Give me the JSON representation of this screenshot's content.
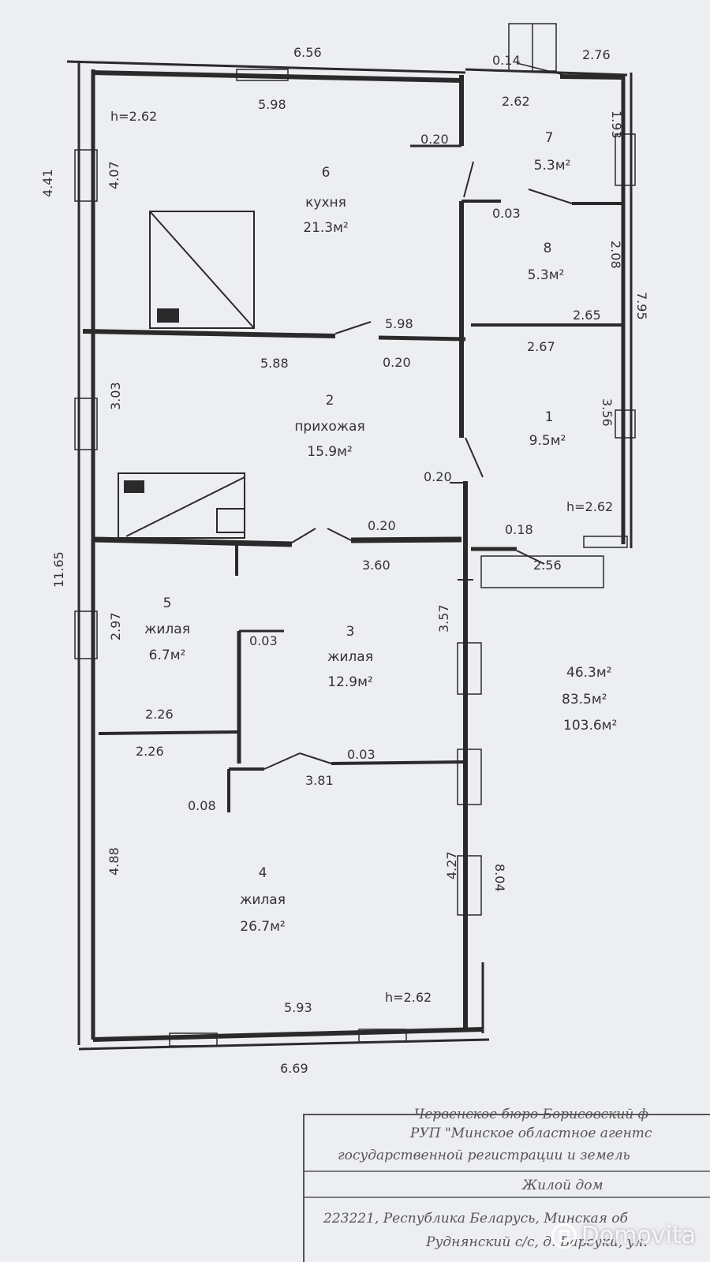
{
  "rooms": [
    {
      "num": "6",
      "name": "кухня",
      "area": "21.3м²"
    },
    {
      "num": "7",
      "name": "",
      "area": "5.3м²"
    },
    {
      "num": "8",
      "name": "",
      "area": "5.3м²"
    },
    {
      "num": "2",
      "name": "прихожая",
      "area": "15.9м²"
    },
    {
      "num": "1",
      "name": "",
      "area": "9.5м²"
    },
    {
      "num": "5",
      "name": "жилая",
      "area": "6.7м²"
    },
    {
      "num": "3",
      "name": "жилая",
      "area": "12.9м²"
    },
    {
      "num": "4",
      "name": "жилая",
      "area": "26.7м²"
    }
  ],
  "dimensions": {
    "top_outer": "6.56",
    "top_inner_kitchen": "5.98",
    "top_right_small": "0.14",
    "top_right_outer": "2.76",
    "room7_width": "2.62",
    "room7_height": "1.93",
    "wall_020_a": "0.20",
    "left_outer_upper": "4.41",
    "kitchen_height": "4.07",
    "kitchen_ceiling": "h=2.62",
    "room8_door": "0.03",
    "room8_height": "2.08",
    "room8_width": "2.65",
    "right_outer_upper": "7.95",
    "kitchen_bottom": "5.98",
    "hall_top": "5.88",
    "wall_020_b": "0.20",
    "room1_width": "2.67",
    "hall_height": "3.03",
    "room1_height": "3.56",
    "wall_020_c": "0.20",
    "room1_ceiling": "h=2.62",
    "wall_020_d": "0.20",
    "wall_018": "0.18",
    "porch_width": "2.56",
    "room3_top": "3.60",
    "left_outer_total": "11.65",
    "room5_height": "2.97",
    "room3_partition": "0.03",
    "room3_height": "3.57",
    "room5_width_a": "2.26",
    "room5_width_b": "2.26",
    "room4_partition": "0.03",
    "room3_bottom": "3.81",
    "wall_008": "0.08",
    "room4_height": "4.88",
    "room4_height_right": "4.27",
    "right_outer_lower": "8.04",
    "room4_width": "5.93",
    "room4_ceiling": "h=2.62",
    "bottom_outer": "6.69"
  },
  "totals": [
    "46.3м²",
    "83.5м²",
    "103.6м²"
  ],
  "stamp": {
    "line1": "Червенское бюро Борисовский ф",
    "line2": "РУП \"Минское областное агентс",
    "line3": "государственной регистрации и земель",
    "line4": "Жилой дом",
    "line5": "223221, Республика Беларусь, Минская об",
    "line6": "Руднянский с/с, д. Барсуки, ул."
  },
  "watermark": "Domovita",
  "colors": {
    "wall": "#2a2a2a",
    "paper": "#eceef1",
    "ink": "#333333"
  }
}
